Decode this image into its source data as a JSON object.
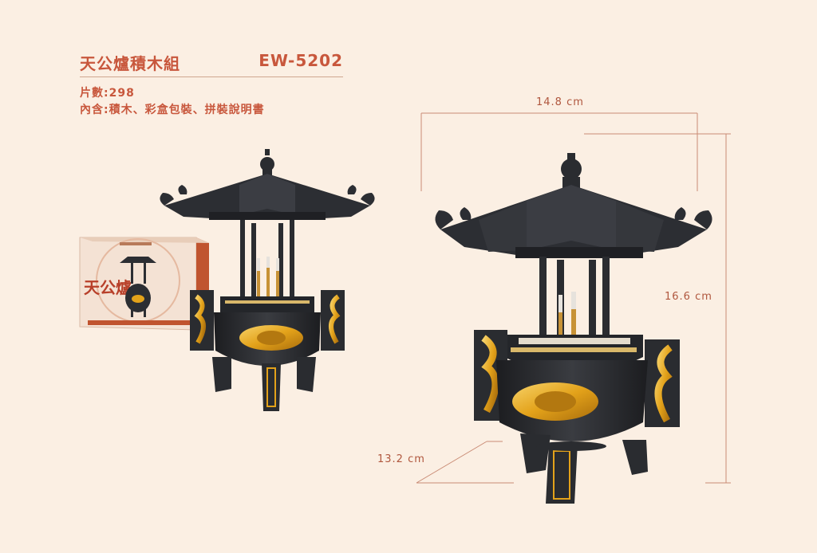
{
  "header": {
    "title": "天公爐積木組",
    "model": "EW-5202"
  },
  "specs": {
    "pieces": "片數:298",
    "contents": "內含:積木、彩盒包裝、拼裝說明書"
  },
  "box": {
    "title": "天公爐"
  },
  "dimensions": {
    "width": "14.8 cm",
    "height": "16.6 cm",
    "depth": "13.2 cm"
  },
  "colors": {
    "accent": "#c8573c",
    "background": "#fbefe3",
    "gold": "#e3a21a",
    "brick": "#2a2c30"
  }
}
